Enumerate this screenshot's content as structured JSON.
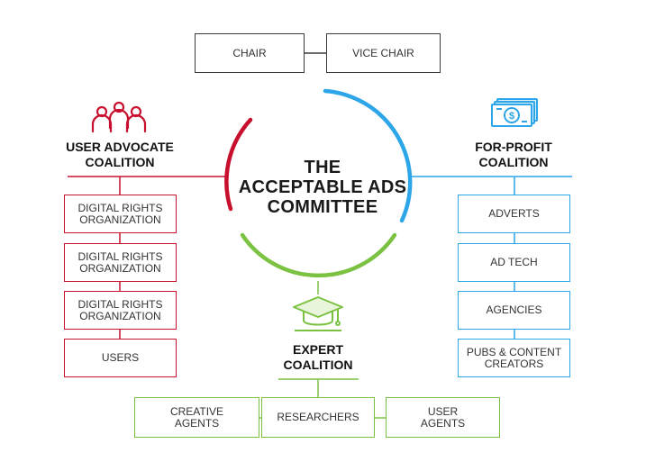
{
  "colors": {
    "user_advocate": "#c8102e",
    "for_profit": "#2ca6e8",
    "expert": "#7cc242",
    "leadership": "#3a3a3a"
  },
  "leadership": {
    "chair": "CHAIR",
    "vice_chair": "VICE CHAIR"
  },
  "center": {
    "title": "THE\nACCEPTABLE ADS\nCOMMITTEE"
  },
  "user_advocate": {
    "icon": "people-icon",
    "heading": "USER ADVOCATE\nCOALITION",
    "members": [
      "DIGITAL RIGHTS\nORGANIZATION",
      "DIGITAL RIGHTS\nORGANIZATION",
      "DIGITAL RIGHTS\nORGANIZATION",
      "USERS"
    ]
  },
  "for_profit": {
    "icon": "money-icon",
    "heading": "FOR-PROFIT\nCOALITION",
    "members": [
      "ADVERTS",
      "AD TECH",
      "AGENCIES",
      "PUBS & CONTENT\nCREATORS"
    ]
  },
  "expert": {
    "icon": "graduation-cap-icon",
    "heading": "EXPERT\nCOALITION",
    "members": [
      "CREATIVE\nAGENTS",
      "RESEARCHERS",
      "USER\nAGENTS"
    ]
  }
}
